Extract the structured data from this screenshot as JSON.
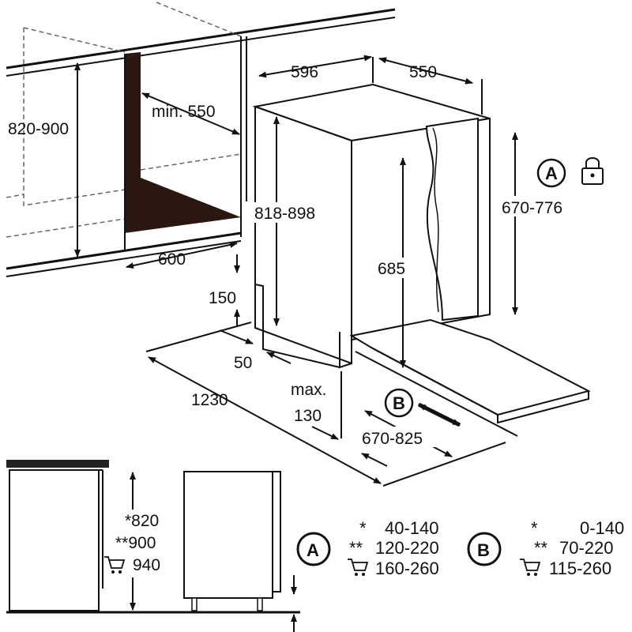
{
  "dimensions": {
    "cabinet_height": "820-900",
    "min_depth": "min. 550",
    "niche_width": "600",
    "appliance_width": "596",
    "appliance_depth": "550",
    "appliance_height": "818-898",
    "door_height_A": "670-776",
    "door_height_inner": "685",
    "plinth_height": "150",
    "plinth_depth": "50",
    "door_open_length": "1230",
    "max_label": "max.",
    "max_value": "130",
    "door_travel_B": "670-825"
  },
  "markers": {
    "A": "A",
    "B": "B"
  },
  "side_view": {
    "h1": "*820",
    "h2": "**900",
    "h3": "940"
  },
  "legend_A": {
    "label": "A",
    "rows": [
      {
        "mark": "*",
        "value": "40-140"
      },
      {
        "mark": "**",
        "value": "120-220"
      },
      {
        "mark": "",
        "value": "160-260"
      }
    ]
  },
  "legend_B": {
    "label": "B",
    "rows": [
      {
        "mark": "*",
        "value": "0-140"
      },
      {
        "mark": "**",
        "value": "70-220"
      },
      {
        "mark": "",
        "value": "115-260"
      }
    ]
  },
  "icons": [
    "lock-icon",
    "cart-icon"
  ]
}
